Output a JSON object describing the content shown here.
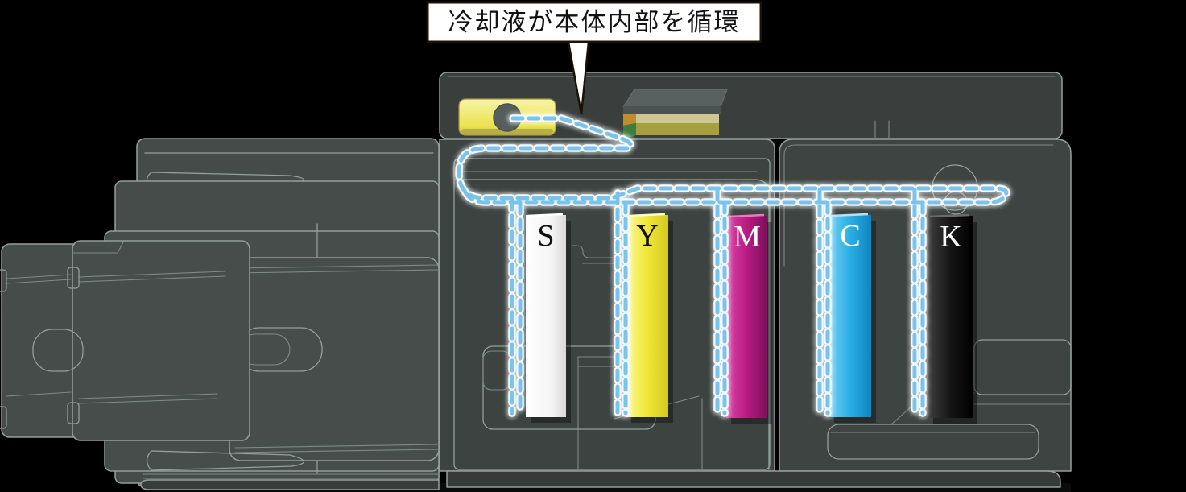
{
  "callout": {
    "text": "冷却液が本体内部を循環"
  },
  "cartridges": [
    {
      "label": "S",
      "color": "#f2f2f2",
      "label_color": "#111111"
    },
    {
      "label": "Y",
      "color": "#f0e83a",
      "label_color": "#111111"
    },
    {
      "label": "M",
      "color": "#b51f7f",
      "label_color": "#ffffff"
    },
    {
      "label": "C",
      "color": "#2baee4",
      "label_color": "#ffffff"
    },
    {
      "label": "K",
      "color": "#141414",
      "label_color": "#ffffff"
    }
  ],
  "coolant": {
    "style": "dashed",
    "color": "#7cc3ea",
    "glow_color": "#ffffff"
  },
  "machine": {
    "background": "#000000",
    "body_color": "#454b49",
    "deck_color": "#3a3f3e",
    "outline_color": "#93a09d",
    "tank_color": "#e9df52",
    "tank_port_color": "#565e5c",
    "exchanger_lid_color": "#596160",
    "exchanger_front_top_color": "#cdc794",
    "exchanger_front_bottom_color": "#a59f42",
    "exchanger_side_top_color": "#c08c2e",
    "exchanger_side_bottom_color": "#3f7d3c"
  }
}
